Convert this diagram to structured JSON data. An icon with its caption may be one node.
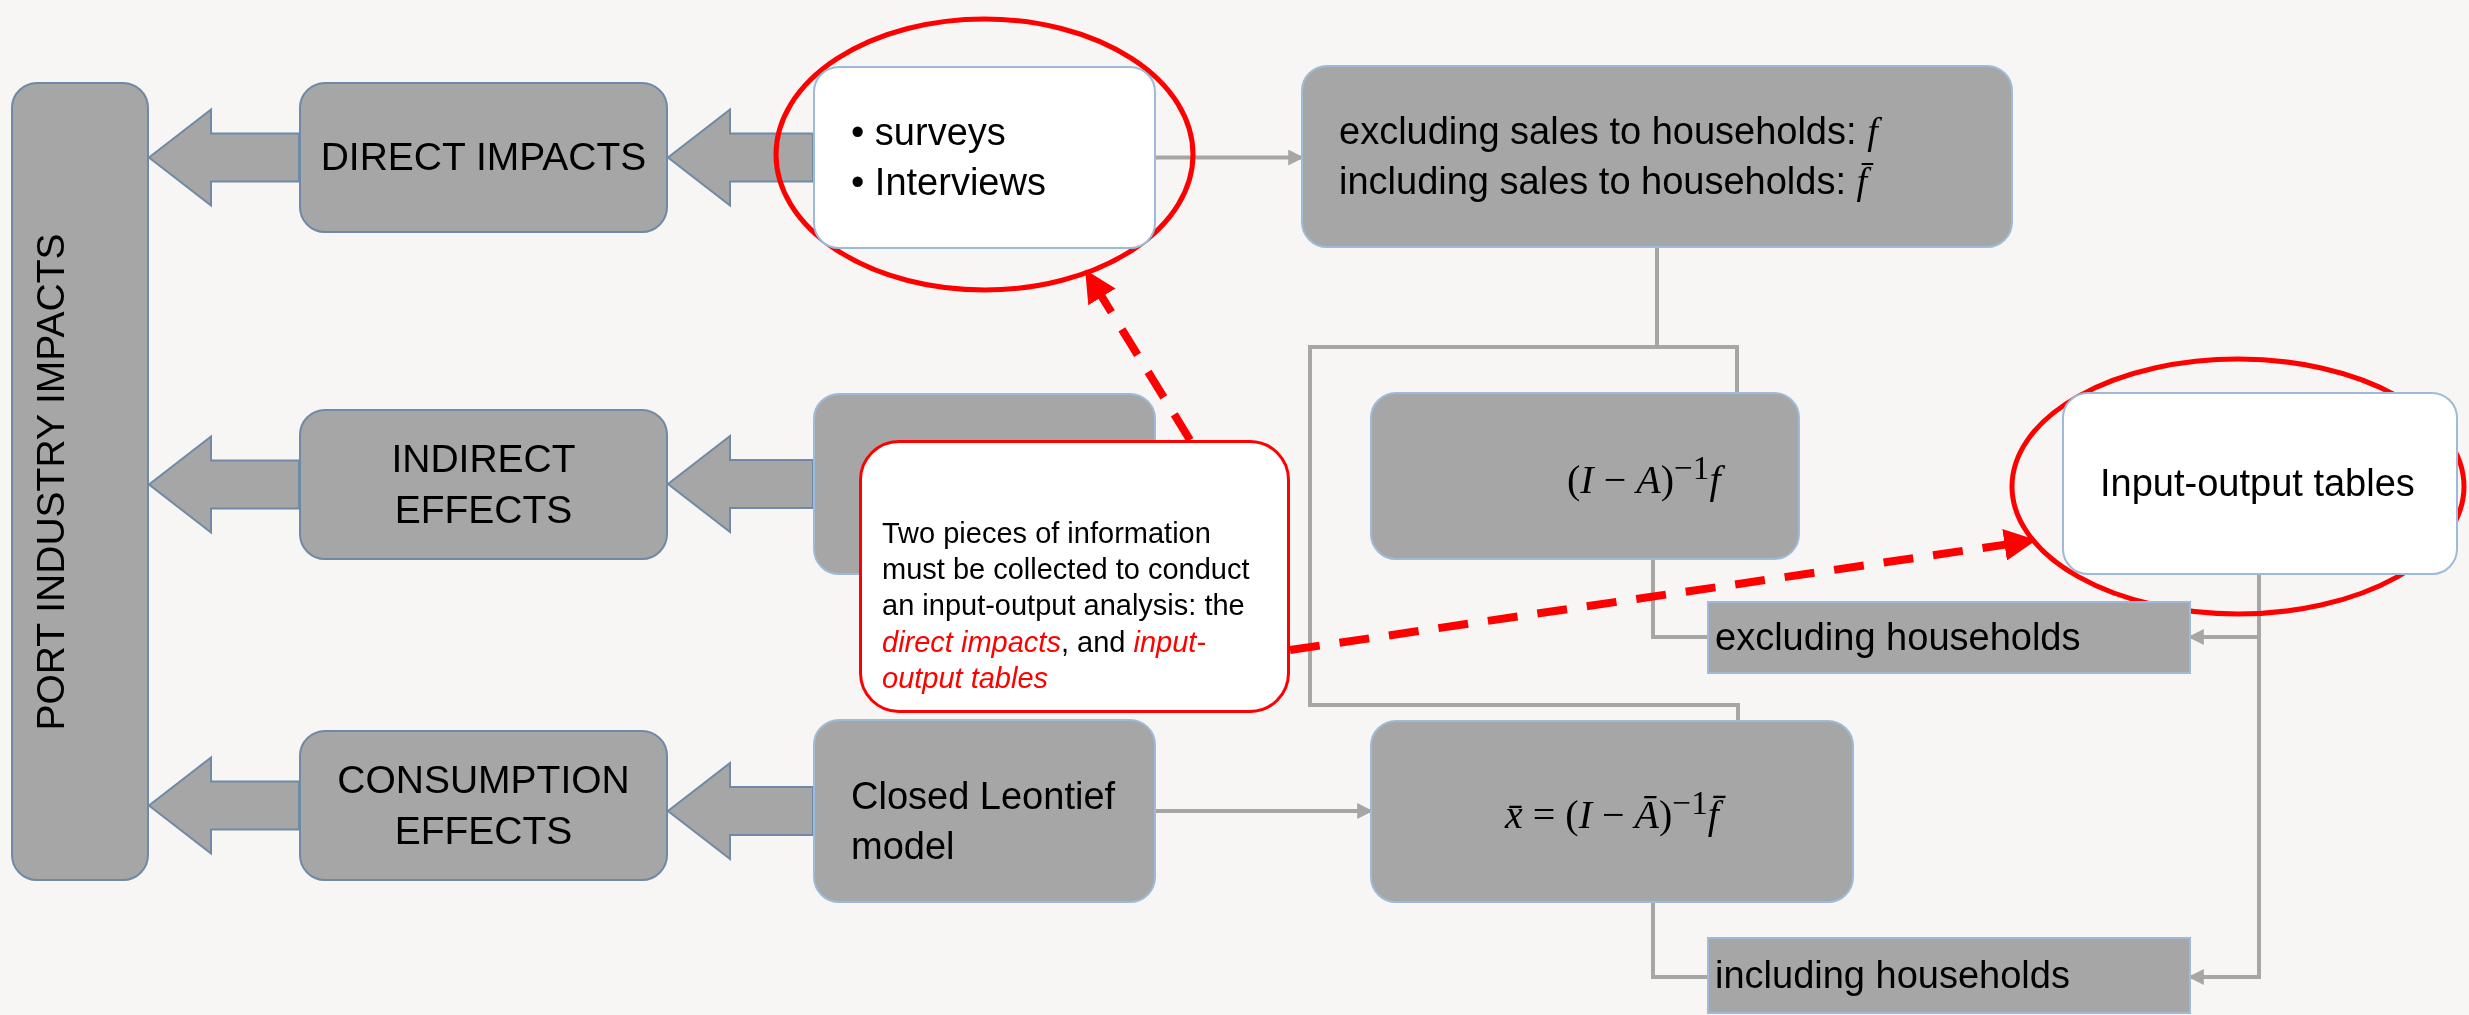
{
  "diagram": {
    "nodes": [
      {
        "text": [
          "PORT INDUSTRY IMPACTS"
        ]
      },
      {
        "text": [
          "DIRECT IMPACTS"
        ]
      },
      {
        "text": [],
        "shape": "ellipse"
      },
      {
        "text": [
          "• surveys",
          "• Interviews"
        ],
        "in": 2
      },
      {
        "text": [
          "excluding sales to households: *f*",
          "including sales to households: *f̄*"
        ]
      },
      {
        "text": [
          "INDIRECT EFFECTS"
        ]
      },
      {
        "text": [],
        "shape": "box"
      },
      {
        "text": [
          "(*I* − *A*)$^{−1}$*f*"
        ]
      },
      {
        "text": [],
        "shape": "ellipse"
      },
      {
        "text": [
          "Input-output tables"
        ],
        "in": 8
      },
      {
        "text": [
          "Two pieces of information must be collected to conduct an input-output analysis: the *direct impacts*, and *input-output tables*"
        ]
      },
      {
        "text": [
          "excluding households"
        ]
      },
      {
        "text": [
          "CONSUMPTION EFFECTS"
        ]
      },
      {
        "text": [
          "Closed Leontief model"
        ]
      },
      {
        "text": [
          "*x̄* = (*I* − *Ā*)$^{−1}$*f̄*"
        ]
      },
      {
        "text": [
          "including households"
        ]
      }
    ],
    "edges": [
      {
        "from": 1,
        "to": 0,
        "arrow": "to",
        "style": "thick"
      },
      {
        "from": 3,
        "to": 1,
        "arrow": "to",
        "style": "thick"
      },
      {
        "from": 5,
        "to": 0,
        "arrow": "to",
        "style": "thick"
      },
      {
        "from": 6,
        "to": 5,
        "arrow": "to",
        "style": "thick"
      },
      {
        "from": 12,
        "to": 0,
        "arrow": "to",
        "style": "thick"
      },
      {
        "from": 13,
        "to": 12,
        "arrow": "to",
        "style": "thick"
      },
      {
        "from": 3,
        "to": 4,
        "arrow": "to"
      },
      {
        "from": 4,
        "to": 7,
        "arrow": "none"
      },
      {
        "from": 4,
        "to": 14,
        "arrow": "none"
      },
      {
        "from": 7,
        "to": 11,
        "arrow": "none"
      },
      {
        "from": 9,
        "to": 11,
        "arrow": "to"
      },
      {
        "from": 9,
        "to": 15,
        "arrow": "to"
      },
      {
        "from": 14,
        "to": 15,
        "arrow": "none"
      },
      {
        "from": 13,
        "to": 14,
        "arrow": "to"
      },
      {
        "from": 10,
        "to": 2,
        "arrow": "to",
        "style": "dashed",
        "color": "#ff0000"
      },
      {
        "from": 10,
        "to": 8,
        "arrow": "to",
        "style": "dashed",
        "color": "#ff0000"
      }
    ]
  }
}
